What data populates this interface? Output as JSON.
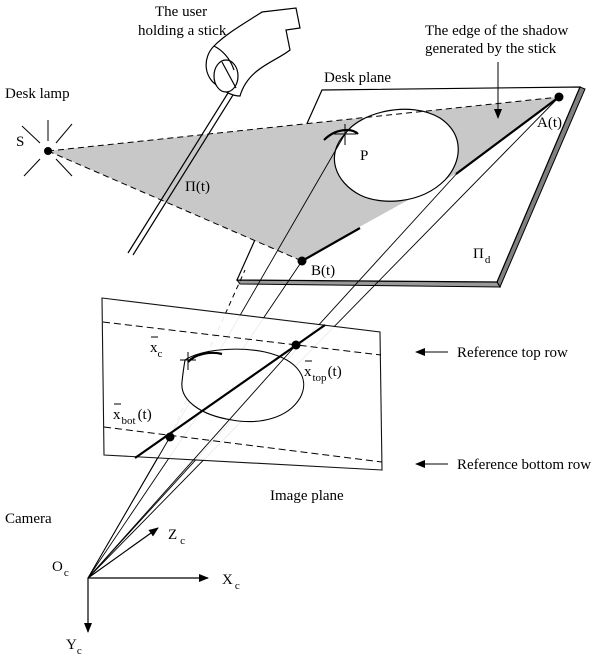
{
  "labels": {
    "user_line1": "The user",
    "user_line2": "holding a stick",
    "shadow_edge_line1": "The edge of the shadow",
    "shadow_edge_line2": "generated by the stick",
    "desk_lamp": "Desk lamp",
    "desk_plane": "Desk plane",
    "S": "S",
    "P": "P",
    "A": "A(t)",
    "B": "B(t)",
    "Pi_t": "Π(t)",
    "Pi_d_main": "Π",
    "Pi_d_sub": "d",
    "xc_main": "x",
    "xc_sub": "c",
    "xtop_main": "x",
    "xtop_sub": "top",
    "xtop_arg": "(t)",
    "xbot_main": "x",
    "xbot_sub": "bot",
    "xbot_arg": "(t)",
    "ref_top": "Reference top row",
    "ref_bottom": "Reference bottom row",
    "camera": "Camera",
    "image_plane": "Image plane",
    "Oc_main": "O",
    "Oc_sub": "c",
    "Zc_main": "Z",
    "Zc_sub": "c",
    "Xc_main": "X",
    "Xc_sub": "c",
    "Yc_main": "Y",
    "Yc_sub": "c"
  },
  "colors": {
    "shadow": "#c8c8c8",
    "desk_edge": "#808080",
    "ink": "#000000",
    "background": "#ffffff"
  }
}
